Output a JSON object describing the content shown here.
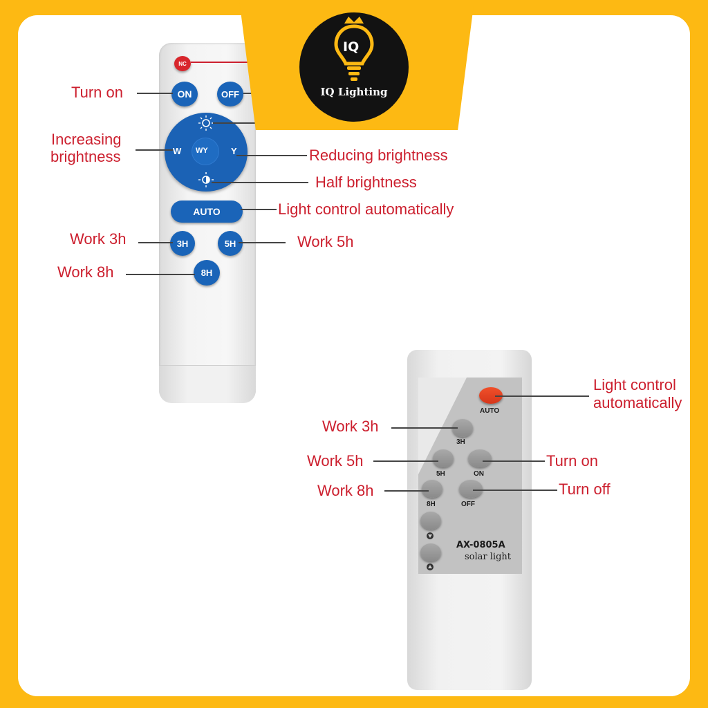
{
  "brand": {
    "name": "IQ Lighting",
    "mark": "IQ"
  },
  "colors": {
    "frame": "#fdb913",
    "remote_button_blue": "#1a64b8",
    "label_red": "#cc1f2e",
    "logo_bg": "#121212"
  },
  "remote_blue": {
    "buttons": {
      "nc": "NC",
      "on": "ON",
      "off": "OFF",
      "w": "W",
      "y": "Y",
      "wy": "WY",
      "auto": "AUTO",
      "h3": "3H",
      "h5": "5H",
      "h8": "8H"
    },
    "callouts": {
      "turn_on": "Turn on",
      "increasing": "Increasing brightness",
      "increasing_l1": "Increasing",
      "increasing_l2": "brightness",
      "reducing": "Reducing brightness",
      "half": "Half brightness",
      "auto": "Light control automatically",
      "work3": "Work 3h",
      "work5": "Work 5h",
      "work8": "Work 8h"
    }
  },
  "remote_grey": {
    "buttons": {
      "auto": "AUTO",
      "h3": "3H",
      "h5": "5H",
      "on": "ON",
      "h8": "8H",
      "off": "OFF"
    },
    "model": "AX-0805A",
    "subtitle": "solar light",
    "callouts": {
      "auto_l1": "Light control",
      "auto_l2": "automatically",
      "work3": "Work 3h",
      "work5": "Work 5h",
      "work8": "Work 8h",
      "turn_on": "Turn on",
      "turn_off": "Turn off"
    }
  }
}
